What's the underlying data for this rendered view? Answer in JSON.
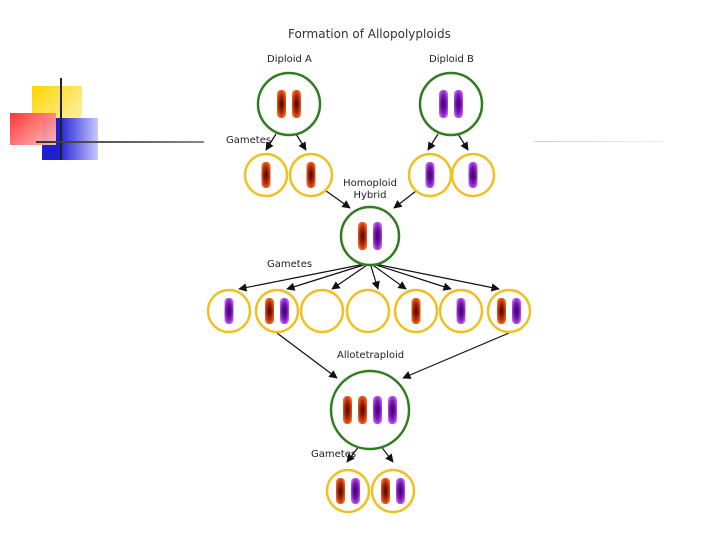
{
  "title": "Formation of Allopolyploids",
  "labels": {
    "diploid_a": "Diploid A",
    "diploid_b": "Diploid B",
    "gametes_top": "Gametes",
    "homoploid_line1": "Homoploid",
    "homoploid_line2": "Hybrid",
    "gametes_mid": "Gametes",
    "allotetraploid": "Allotetraploid",
    "gametes_bottom": "Gametes"
  },
  "colors": {
    "parent_cell_border": "#2e7d1e",
    "gamete_cell_border": "#f0c020",
    "chromosome_a": "#b52a0c",
    "chromosome_b": "#7a16b8",
    "arrow": "#111111",
    "deco_yellow": "#ffe14a",
    "deco_red": "#ff4a4a",
    "deco_blue": "#2a2ad8"
  },
  "cells": {
    "diploid_a": [
      "a",
      "a"
    ],
    "diploid_b": [
      "b",
      "b"
    ],
    "gametes_a": [
      [
        "a"
      ],
      [
        "a"
      ]
    ],
    "gametes_b": [
      [
        "b"
      ],
      [
        "b"
      ]
    ],
    "hybrid": [
      "a",
      "b"
    ],
    "hybrid_gametes": [
      [
        "b"
      ],
      [
        "a",
        "b"
      ],
      [],
      [],
      [
        "a"
      ],
      [
        "b"
      ],
      [
        "a",
        "b"
      ]
    ],
    "allotetraploid": [
      "a",
      "a",
      "b",
      "b"
    ],
    "tetraploid_gametes": [
      [
        "a",
        "b"
      ],
      [
        "a",
        "b"
      ]
    ]
  }
}
